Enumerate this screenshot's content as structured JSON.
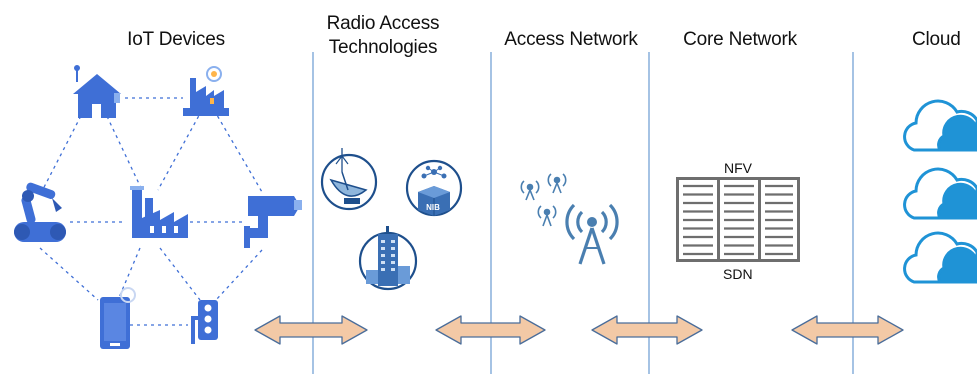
{
  "headers": {
    "iot": "IoT Devices",
    "rat_line1": "Radio Access",
    "rat_line2": "Technologies",
    "access": "Access Network",
    "core": "Core Network",
    "cloud": "Cloud"
  },
  "labels": {
    "nfv": "NFV",
    "sdn": "SDN",
    "nib": "NIB"
  },
  "colors": {
    "device_blue": "#3f6fd6",
    "divider": "#6a9bd1",
    "arrow_fill": "#f3c9a6",
    "arrow_stroke": "#4a6d9a",
    "cloud_blue": "#1f93d6",
    "tower_blue": "#4a7fb0"
  },
  "icons": [
    "smart-home-icon",
    "smart-factory-icon",
    "robot-arm-icon",
    "factory-icon",
    "security-camera-icon",
    "smartphone-icon",
    "traffic-light-icon",
    "satellite-dish-icon",
    "nib-box-icon",
    "building-icon",
    "radio-tower-icon",
    "server-rack-icon",
    "cloud-icon"
  ]
}
